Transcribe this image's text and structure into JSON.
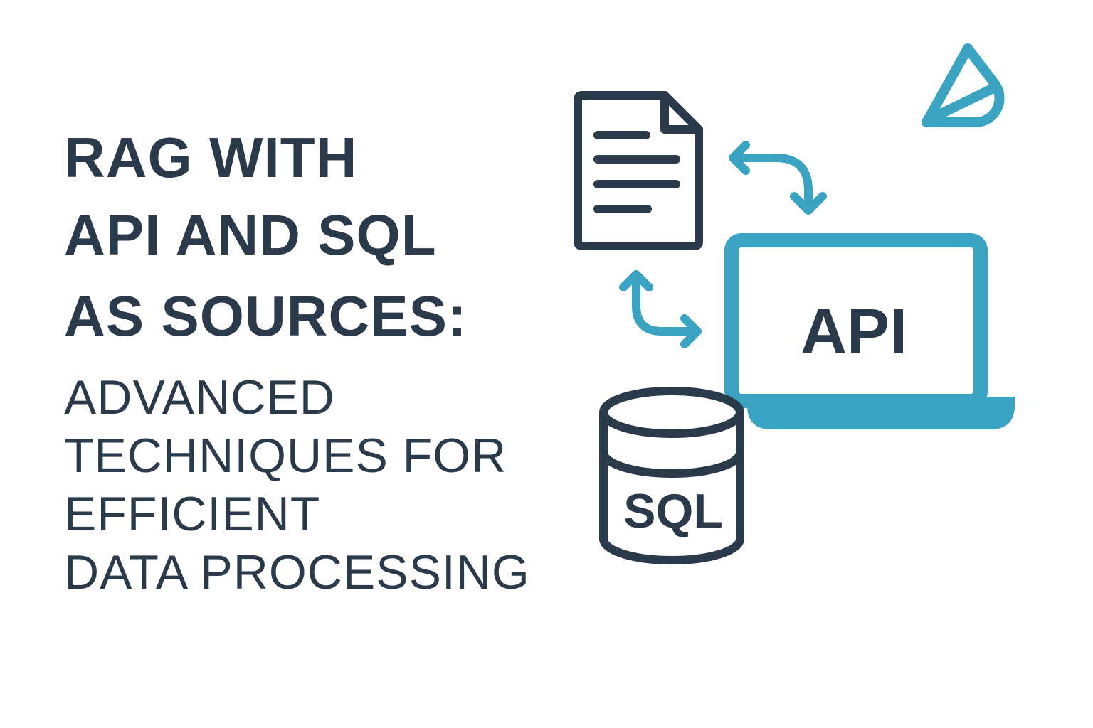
{
  "title": {
    "lines": [
      "RAG WITH",
      "API AND SQL",
      "AS SOURCES:"
    ]
  },
  "subtitle": {
    "lines": [
      "ADVANCED",
      "TECHNIQUES FOR",
      "EFFICIENT",
      "DATA PROCESSING"
    ]
  },
  "illustration": {
    "laptop_label": "API",
    "database_label": "SQL",
    "icons": [
      "document-icon",
      "laptop-icon",
      "database-icon",
      "cone-icon",
      "double-arrow-icon"
    ]
  },
  "colors": {
    "text": "#2b3a4a",
    "accent": "#3aa3c2",
    "background": "#ffffff"
  }
}
